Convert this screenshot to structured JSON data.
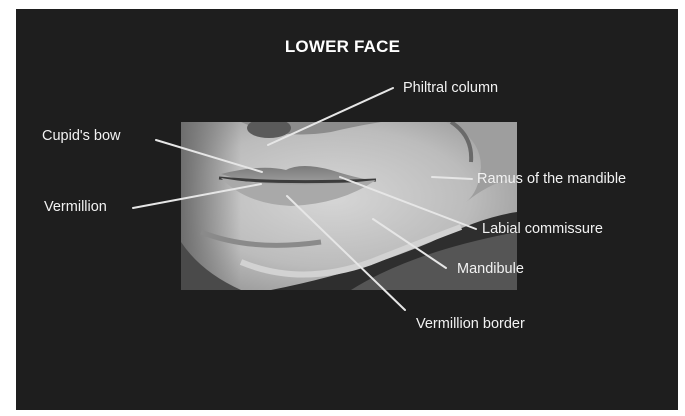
{
  "title": "LOWER FACE",
  "labels": {
    "philtral_column": "Philtral column",
    "cupids_bow": "Cupid's bow",
    "vermillion": "Vermillion",
    "ramus": "Ramus of the mandible",
    "labial_commissure": "Labial commissure",
    "mandibule": "Mandibule",
    "vermillion_border": "Vermillion border"
  },
  "colors": {
    "background": "#1e1e1e",
    "text": "#f2f2f2",
    "leader_line": "#e6e6e6"
  }
}
